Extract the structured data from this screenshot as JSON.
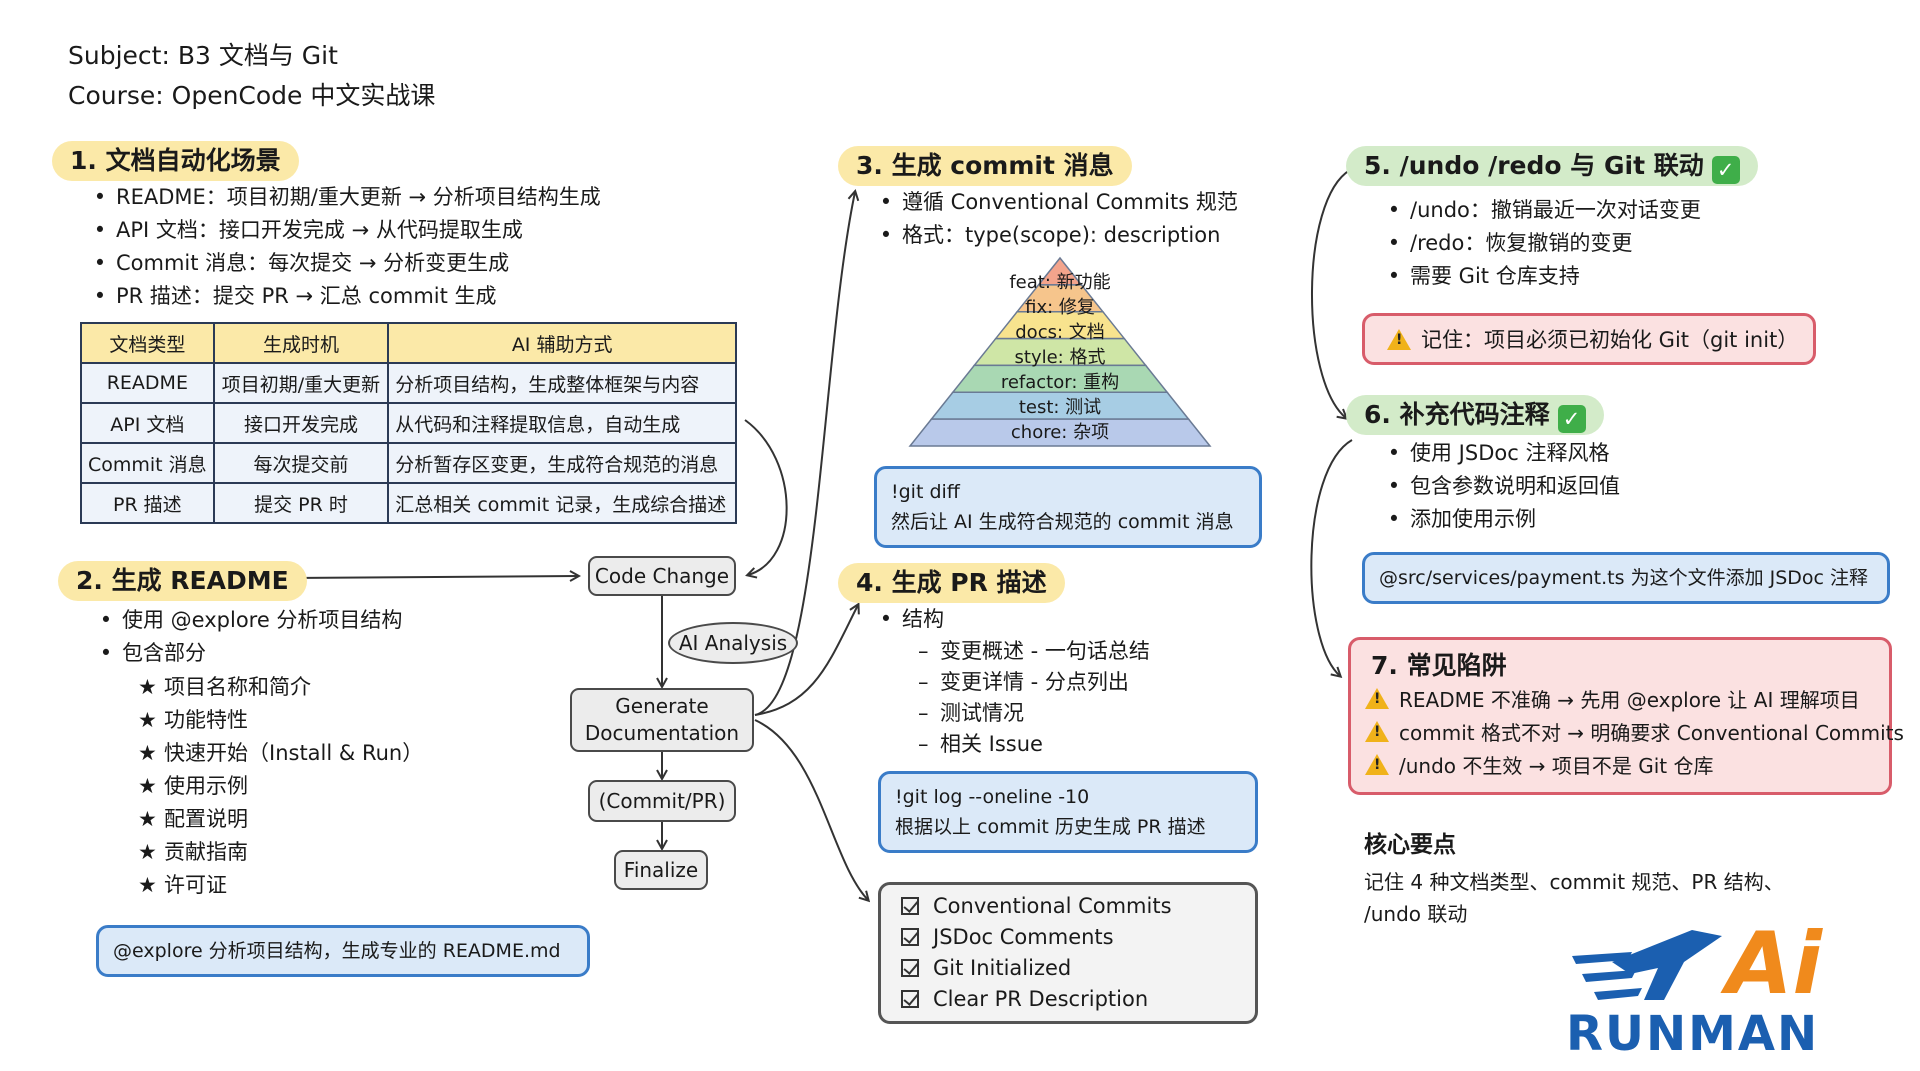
{
  "header": {
    "subject": "Subject: B3 文档与 Git",
    "course": "Course: OpenCode 中文实战课"
  },
  "s1": {
    "title": "1. 文档自动化场景",
    "bullets": [
      "README：项目初期/重大更新 → 分析项目结构生成",
      "API 文档：接口开发完成 → 从代码提取生成",
      "Commit 消息：每次提交 → 分析变更生成",
      "PR 描述：提交 PR → 汇总 commit 生成"
    ],
    "table": {
      "headers": [
        "文档类型",
        "生成时机",
        "AI 辅助方式"
      ],
      "rows": [
        [
          "README",
          "项目初期/重大更新",
          "分析项目结构，生成整体框架与内容"
        ],
        [
          "API 文档",
          "接口开发完成",
          "从代码和注释提取信息，自动生成"
        ],
        [
          "Commit 消息",
          "每次提交前",
          "分析暂存区变更，生成符合规范的消息"
        ],
        [
          "PR 描述",
          "提交 PR 时",
          "汇总相关 commit 记录，生成综合描述"
        ]
      ]
    }
  },
  "s2": {
    "title": "2. 生成 README",
    "bullets": [
      "使用 @explore 分析项目结构",
      "包含部分"
    ],
    "stars": [
      "项目名称和简介",
      "功能特性",
      "快速开始（Install & Run）",
      "使用示例",
      "配置说明",
      "贡献指南",
      "许可证"
    ],
    "command": "@explore 分析项目结构，生成专业的 README.md"
  },
  "flow": {
    "code_change": "Code Change",
    "ai_analysis": "AI Analysis",
    "generate": "Generate\nDocumentation",
    "commit_pr": "(Commit/PR)",
    "finalize": "Finalize"
  },
  "s3": {
    "title": "3. 生成 commit 消息",
    "bullets": [
      "遵循 Conventional Commits 规范",
      "格式：type(scope): description"
    ],
    "pyramid": [
      "feat: 新功能",
      "fix: 修复",
      "docs: 文档",
      "style: 格式",
      "refactor: 重构",
      "test: 测试",
      "chore: 杂项"
    ],
    "pyramid_colors": [
      "#f3a48c",
      "#f6c58c",
      "#f8e38e",
      "#cfe6a6",
      "#a9d8b3",
      "#a7cde4",
      "#b9c9ea"
    ],
    "command_l1": "!git diff",
    "command_l2": "然后让 AI 生成符合规范的 commit 消息"
  },
  "s4": {
    "title": "4. 生成 PR 描述",
    "bullet": "结构",
    "items": [
      "变更概述 - 一句话总结",
      "变更详情 - 分点列出",
      "测试情况",
      "相关 Issue"
    ],
    "command_l1": "!git log --oneline -10",
    "command_l2": "根据以上 commit 历史生成 PR 描述"
  },
  "checklist": [
    "Conventional Commits",
    "JSDoc Comments",
    "Git Initialized",
    "Clear PR Description"
  ],
  "s5": {
    "title": "5. /undo /redo 与 Git 联动",
    "bullets": [
      "/undo：撤销最近一次对话变更",
      "/redo：恢复撤销的变更",
      "需要 Git 仓库支持"
    ],
    "warning": "记住：项目必须已初始化 Git（git init）"
  },
  "s6": {
    "title": "6. 补充代码注释",
    "bullets": [
      "使用 JSDoc 注释风格",
      "包含参数说明和返回值",
      "添加使用示例"
    ],
    "command": "@src/services/payment.ts 为这个文件添加 JSDoc 注释"
  },
  "s7": {
    "title": "7. 常见陷阱",
    "items": [
      "README 不准确 → 先用 @explore 让 AI 理解项目",
      "commit 格式不对 → 明确要求 Conventional Commits",
      "/undo 不生效 → 项目不是 Git 仓库"
    ]
  },
  "summary": {
    "title": "核心要点",
    "line1": "记住 4 种文档类型、commit 规范、PR 结构、",
    "line2": "/undo 联动"
  },
  "logo": {
    "ai": "Ai",
    "runman": "RUNMAN"
  },
  "colors": {
    "yellow": "#fbe9a8",
    "green": "#d3ebc9",
    "blue_border": "#3a7cc8",
    "pink_border": "#d85c6a"
  }
}
